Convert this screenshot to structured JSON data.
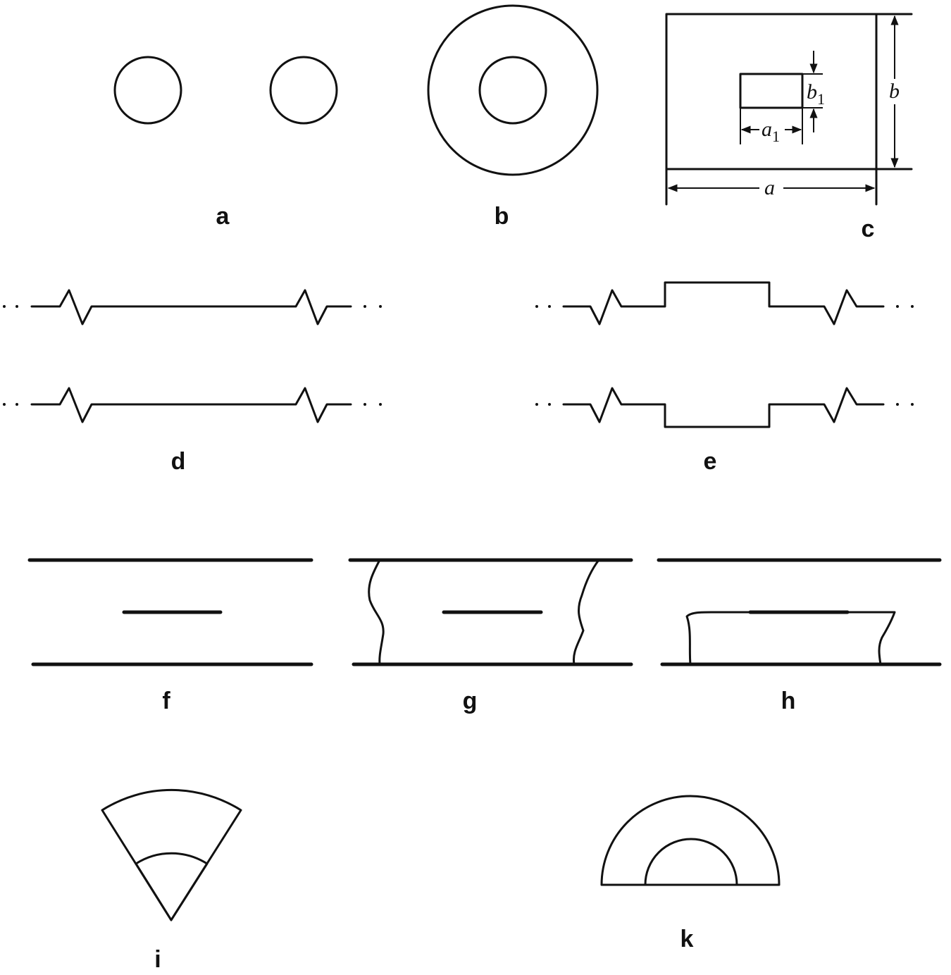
{
  "panels": {
    "a": {
      "label": "a"
    },
    "b": {
      "label": "b"
    },
    "c": {
      "label": "c",
      "dim_a": "a",
      "dim_b": "b",
      "dim_a1": "a",
      "dim_a1_sub": "1",
      "dim_b1": "b",
      "dim_b1_sub": "1"
    },
    "d": {
      "label": "d"
    },
    "e": {
      "label": "e"
    },
    "f": {
      "label": "f"
    },
    "g": {
      "label": "g"
    },
    "h": {
      "label": "h"
    },
    "i": {
      "label": "i"
    },
    "k": {
      "label": "k"
    }
  },
  "style": {
    "ink": "#111111",
    "background": "#ffffff"
  }
}
